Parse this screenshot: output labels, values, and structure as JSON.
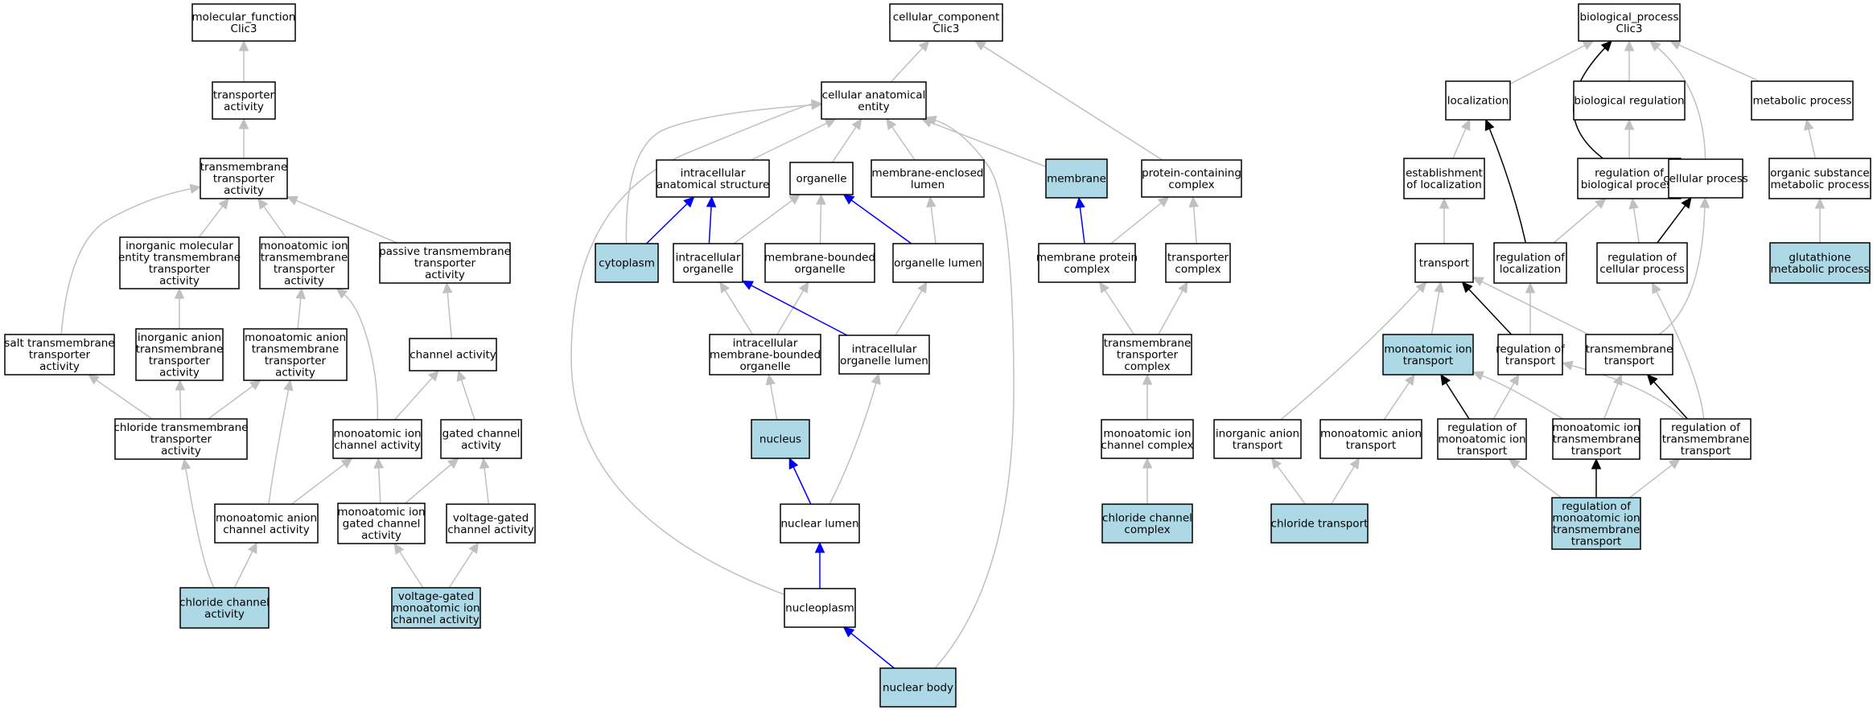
{
  "colors": {
    "highlight_fill": "#add8e6",
    "normal_fill": "#ffffff",
    "border": "#000000",
    "edge_is_a": "#c0c0c0",
    "edge_part_of": "#0000ff",
    "edge_regulates": "#000000"
  },
  "edge_types": [
    "is_a",
    "part_of",
    "regulates"
  ],
  "nodes": [
    {
      "id": "mf_root",
      "lines": [
        "molecular_function",
        "Clic3"
      ],
      "highlight": false
    },
    {
      "id": "transporter_activity",
      "lines": [
        "transporter",
        "activity"
      ],
      "highlight": false
    },
    {
      "id": "tm_transporter_activity",
      "lines": [
        "transmembrane",
        "transporter",
        "activity"
      ],
      "highlight": false
    },
    {
      "id": "inorg_mol_tm",
      "lines": [
        "inorganic molecular",
        "entity transmembrane",
        "transporter",
        "activity"
      ],
      "highlight": false
    },
    {
      "id": "monoatomic_ion_tm",
      "lines": [
        "monoatomic ion",
        "transmembrane",
        "transporter",
        "activity"
      ],
      "highlight": false
    },
    {
      "id": "passive_tm",
      "lines": [
        "passive transmembrane",
        "transporter",
        "activity"
      ],
      "highlight": false
    },
    {
      "id": "salt_tm",
      "lines": [
        "salt transmembrane",
        "transporter",
        "activity"
      ],
      "highlight": false
    },
    {
      "id": "inorg_anion_tm",
      "lines": [
        "inorganic anion",
        "transmembrane",
        "transporter",
        "activity"
      ],
      "highlight": false
    },
    {
      "id": "monoatomic_anion_tm",
      "lines": [
        "monoatomic anion",
        "transmembrane",
        "transporter",
        "activity"
      ],
      "highlight": false
    },
    {
      "id": "channel_activity",
      "lines": [
        "channel activity"
      ],
      "highlight": false
    },
    {
      "id": "chloride_tm",
      "lines": [
        "chloride transmembrane",
        "transporter",
        "activity"
      ],
      "highlight": false
    },
    {
      "id": "mono_ion_channel",
      "lines": [
        "monoatomic ion",
        "channel activity"
      ],
      "highlight": false
    },
    {
      "id": "gated_channel",
      "lines": [
        "gated channel",
        "activity"
      ],
      "highlight": false
    },
    {
      "id": "mono_anion_channel",
      "lines": [
        "monoatomic anion",
        "channel activity"
      ],
      "highlight": false
    },
    {
      "id": "mono_ion_gated",
      "lines": [
        "monoatomic ion",
        "gated channel",
        "activity"
      ],
      "highlight": false
    },
    {
      "id": "voltage_gated",
      "lines": [
        "voltage-gated",
        "channel activity"
      ],
      "highlight": false
    },
    {
      "id": "chloride_channel",
      "lines": [
        "chloride channel",
        "activity"
      ],
      "highlight": true
    },
    {
      "id": "vg_mono_ion",
      "lines": [
        "voltage-gated",
        "monoatomic ion",
        "channel activity"
      ],
      "highlight": true
    },
    {
      "id": "cc_root",
      "lines": [
        "cellular_component",
        "Clic3"
      ],
      "highlight": false
    },
    {
      "id": "cae",
      "lines": [
        "cellular anatomical",
        "entity"
      ],
      "highlight": false
    },
    {
      "id": "intra_anat",
      "lines": [
        "intracellular",
        "anatomical structure"
      ],
      "highlight": false
    },
    {
      "id": "organelle",
      "lines": [
        "organelle"
      ],
      "highlight": false
    },
    {
      "id": "membrane_enclosed_lumen",
      "lines": [
        "membrane-enclosed",
        "lumen"
      ],
      "highlight": false
    },
    {
      "id": "membrane",
      "lines": [
        "membrane"
      ],
      "highlight": true
    },
    {
      "id": "protein_containing_complex",
      "lines": [
        "protein-containing",
        "complex"
      ],
      "highlight": false
    },
    {
      "id": "cytoplasm",
      "lines": [
        "cytoplasm"
      ],
      "highlight": true
    },
    {
      "id": "intra_organelle",
      "lines": [
        "intracellular",
        "organelle"
      ],
      "highlight": false
    },
    {
      "id": "membrane_bounded_organelle",
      "lines": [
        "membrane-bounded",
        "organelle"
      ],
      "highlight": false
    },
    {
      "id": "organelle_lumen",
      "lines": [
        "organelle lumen"
      ],
      "highlight": false
    },
    {
      "id": "membrane_protein_complex",
      "lines": [
        "membrane protein",
        "complex"
      ],
      "highlight": false
    },
    {
      "id": "transporter_complex",
      "lines": [
        "transporter",
        "complex"
      ],
      "highlight": false
    },
    {
      "id": "intra_mb_organelle",
      "lines": [
        "intracellular",
        "membrane-bounded",
        "organelle"
      ],
      "highlight": false
    },
    {
      "id": "intra_organelle_lumen",
      "lines": [
        "intracellular",
        "organelle lumen"
      ],
      "highlight": false
    },
    {
      "id": "tm_transporter_complex",
      "lines": [
        "transmembrane",
        "transporter",
        "complex"
      ],
      "highlight": false
    },
    {
      "id": "nucleus",
      "lines": [
        "nucleus"
      ],
      "highlight": true
    },
    {
      "id": "mono_ion_channel_complex",
      "lines": [
        "monoatomic ion",
        "channel complex"
      ],
      "highlight": false
    },
    {
      "id": "nuclear_lumen",
      "lines": [
        "nuclear lumen"
      ],
      "highlight": false
    },
    {
      "id": "chloride_channel_complex",
      "lines": [
        "chloride channel",
        "complex"
      ],
      "highlight": true
    },
    {
      "id": "nucleoplasm",
      "lines": [
        "nucleoplasm"
      ],
      "highlight": false
    },
    {
      "id": "nuclear_body",
      "lines": [
        "nuclear body"
      ],
      "highlight": true
    },
    {
      "id": "bp_root",
      "lines": [
        "biological_process",
        "Clic3"
      ],
      "highlight": false
    },
    {
      "id": "localization",
      "lines": [
        "localization"
      ],
      "highlight": false
    },
    {
      "id": "biological_regulation",
      "lines": [
        "biological regulation"
      ],
      "highlight": false
    },
    {
      "id": "metabolic_process",
      "lines": [
        "metabolic process"
      ],
      "highlight": false
    },
    {
      "id": "establishment_localization",
      "lines": [
        "establishment",
        "of localization"
      ],
      "highlight": false
    },
    {
      "id": "reg_biological_process",
      "lines": [
        "regulation of",
        "biological process"
      ],
      "highlight": false
    },
    {
      "id": "cellular_process",
      "lines": [
        "cellular process"
      ],
      "highlight": false
    },
    {
      "id": "organic_substance_metabolic",
      "lines": [
        "organic substance",
        "metabolic process"
      ],
      "highlight": false
    },
    {
      "id": "transport",
      "lines": [
        "transport"
      ],
      "highlight": false
    },
    {
      "id": "reg_localization",
      "lines": [
        "regulation of",
        "localization"
      ],
      "highlight": false
    },
    {
      "id": "reg_cellular_process",
      "lines": [
        "regulation of",
        "cellular process"
      ],
      "highlight": false
    },
    {
      "id": "glutathione_metabolic",
      "lines": [
        "glutathione",
        "metabolic process"
      ],
      "highlight": true
    },
    {
      "id": "mono_ion_transport",
      "lines": [
        "monoatomic ion",
        "transport"
      ],
      "highlight": true
    },
    {
      "id": "reg_transport",
      "lines": [
        "regulation of",
        "transport"
      ],
      "highlight": false
    },
    {
      "id": "tm_transport",
      "lines": [
        "transmembrane",
        "transport"
      ],
      "highlight": false
    },
    {
      "id": "inorg_anion_transport",
      "lines": [
        "inorganic anion",
        "transport"
      ],
      "highlight": false
    },
    {
      "id": "mono_anion_transport",
      "lines": [
        "monoatomic anion",
        "transport"
      ],
      "highlight": false
    },
    {
      "id": "reg_mono_ion_transport",
      "lines": [
        "regulation of",
        "monoatomic ion",
        "transport"
      ],
      "highlight": false
    },
    {
      "id": "mono_ion_tm_transport",
      "lines": [
        "monoatomic ion",
        "transmembrane",
        "transport"
      ],
      "highlight": false
    },
    {
      "id": "reg_tm_transport",
      "lines": [
        "regulation of",
        "transmembrane",
        "transport"
      ],
      "highlight": false
    },
    {
      "id": "chloride_transport",
      "lines": [
        "chloride transport"
      ],
      "highlight": true
    },
    {
      "id": "reg_mono_ion_tm_transport",
      "lines": [
        "regulation of",
        "monoatomic ion",
        "transmembrane",
        "transport"
      ],
      "highlight": true
    }
  ],
  "edges": [
    {
      "from": "transporter_activity",
      "to": "mf_root",
      "type": "is_a"
    },
    {
      "from": "tm_transporter_activity",
      "to": "transporter_activity",
      "type": "is_a"
    },
    {
      "from": "inorg_mol_tm",
      "to": "tm_transporter_activity",
      "type": "is_a"
    },
    {
      "from": "monoatomic_ion_tm",
      "to": "tm_transporter_activity",
      "type": "is_a"
    },
    {
      "from": "passive_tm",
      "to": "tm_transporter_activity",
      "type": "is_a"
    },
    {
      "from": "salt_tm",
      "to": "tm_transporter_activity",
      "type": "is_a"
    },
    {
      "from": "inorg_anion_tm",
      "to": "inorg_mol_tm",
      "type": "is_a"
    },
    {
      "from": "monoatomic_anion_tm",
      "to": "monoatomic_ion_tm",
      "type": "is_a"
    },
    {
      "from": "channel_activity",
      "to": "passive_tm",
      "type": "is_a"
    },
    {
      "from": "chloride_tm",
      "to": "salt_tm",
      "type": "is_a"
    },
    {
      "from": "chloride_tm",
      "to": "inorg_anion_tm",
      "type": "is_a"
    },
    {
      "from": "chloride_tm",
      "to": "monoatomic_anion_tm",
      "type": "is_a"
    },
    {
      "from": "mono_ion_channel",
      "to": "monoatomic_ion_tm",
      "type": "is_a"
    },
    {
      "from": "mono_ion_channel",
      "to": "channel_activity",
      "type": "is_a"
    },
    {
      "from": "gated_channel",
      "to": "channel_activity",
      "type": "is_a"
    },
    {
      "from": "mono_anion_channel",
      "to": "monoatomic_anion_tm",
      "type": "is_a"
    },
    {
      "from": "mono_anion_channel",
      "to": "mono_ion_channel",
      "type": "is_a"
    },
    {
      "from": "mono_ion_gated",
      "to": "mono_ion_channel",
      "type": "is_a"
    },
    {
      "from": "mono_ion_gated",
      "to": "gated_channel",
      "type": "is_a"
    },
    {
      "from": "voltage_gated",
      "to": "gated_channel",
      "type": "is_a"
    },
    {
      "from": "chloride_channel",
      "to": "chloride_tm",
      "type": "is_a"
    },
    {
      "from": "chloride_channel",
      "to": "mono_anion_channel",
      "type": "is_a"
    },
    {
      "from": "vg_mono_ion",
      "to": "mono_ion_gated",
      "type": "is_a"
    },
    {
      "from": "vg_mono_ion",
      "to": "voltage_gated",
      "type": "is_a"
    },
    {
      "from": "cae",
      "to": "cc_root",
      "type": "is_a"
    },
    {
      "from": "protein_containing_complex",
      "to": "cc_root",
      "type": "is_a"
    },
    {
      "from": "intra_anat",
      "to": "cae",
      "type": "is_a"
    },
    {
      "from": "organelle",
      "to": "cae",
      "type": "is_a"
    },
    {
      "from": "membrane_enclosed_lumen",
      "to": "cae",
      "type": "is_a"
    },
    {
      "from": "membrane",
      "to": "cae",
      "type": "is_a"
    },
    {
      "from": "cytoplasm",
      "to": "cae",
      "type": "is_a"
    },
    {
      "from": "nucleoplasm",
      "to": "cae",
      "type": "is_a"
    },
    {
      "from": "nuclear_body",
      "to": "cae",
      "type": "is_a"
    },
    {
      "from": "cytoplasm",
      "to": "intra_anat",
      "type": "part_of"
    },
    {
      "from": "intra_organelle",
      "to": "intra_anat",
      "type": "part_of"
    },
    {
      "from": "intra_organelle",
      "to": "organelle",
      "type": "is_a"
    },
    {
      "from": "membrane_bounded_organelle",
      "to": "organelle",
      "type": "is_a"
    },
    {
      "from": "organelle_lumen",
      "to": "organelle",
      "type": "part_of"
    },
    {
      "from": "organelle_lumen",
      "to": "membrane_enclosed_lumen",
      "type": "is_a"
    },
    {
      "from": "membrane_protein_complex",
      "to": "membrane",
      "type": "part_of"
    },
    {
      "from": "membrane_protein_complex",
      "to": "protein_containing_complex",
      "type": "is_a"
    },
    {
      "from": "transporter_complex",
      "to": "protein_containing_complex",
      "type": "is_a"
    },
    {
      "from": "intra_mb_organelle",
      "to": "intra_organelle",
      "type": "is_a"
    },
    {
      "from": "intra_mb_organelle",
      "to": "membrane_bounded_organelle",
      "type": "is_a"
    },
    {
      "from": "intra_organelle_lumen",
      "to": "intra_organelle",
      "type": "part_of"
    },
    {
      "from": "intra_organelle_lumen",
      "to": "organelle_lumen",
      "type": "is_a"
    },
    {
      "from": "tm_transporter_complex",
      "to": "membrane_protein_complex",
      "type": "is_a"
    },
    {
      "from": "tm_transporter_complex",
      "to": "transporter_complex",
      "type": "is_a"
    },
    {
      "from": "nucleus",
      "to": "intra_mb_organelle",
      "type": "is_a"
    },
    {
      "from": "mono_ion_channel_complex",
      "to": "tm_transporter_complex",
      "type": "is_a"
    },
    {
      "from": "nuclear_lumen",
      "to": "nucleus",
      "type": "part_of"
    },
    {
      "from": "nuclear_lumen",
      "to": "intra_organelle_lumen",
      "type": "is_a"
    },
    {
      "from": "chloride_channel_complex",
      "to": "mono_ion_channel_complex",
      "type": "is_a"
    },
    {
      "from": "nucleoplasm",
      "to": "nuclear_lumen",
      "type": "part_of"
    },
    {
      "from": "nuclear_body",
      "to": "nucleoplasm",
      "type": "part_of"
    },
    {
      "from": "localization",
      "to": "bp_root",
      "type": "is_a"
    },
    {
      "from": "biological_regulation",
      "to": "bp_root",
      "type": "is_a"
    },
    {
      "from": "metabolic_process",
      "to": "bp_root",
      "type": "is_a"
    },
    {
      "from": "cellular_process",
      "to": "bp_root",
      "type": "is_a"
    },
    {
      "from": "reg_biological_process",
      "to": "bp_root",
      "type": "regulates"
    },
    {
      "from": "establishment_localization",
      "to": "localization",
      "type": "is_a"
    },
    {
      "from": "reg_biological_process",
      "to": "biological_regulation",
      "type": "is_a"
    },
    {
      "from": "organic_substance_metabolic",
      "to": "metabolic_process",
      "type": "is_a"
    },
    {
      "from": "transport",
      "to": "establishment_localization",
      "type": "is_a"
    },
    {
      "from": "reg_localization",
      "to": "localization",
      "type": "regulates"
    },
    {
      "from": "reg_localization",
      "to": "reg_biological_process",
      "type": "is_a"
    },
    {
      "from": "reg_cellular_process",
      "to": "reg_biological_process",
      "type": "is_a"
    },
    {
      "from": "reg_cellular_process",
      "to": "cellular_process",
      "type": "regulates"
    },
    {
      "from": "glutathione_metabolic",
      "to": "organic_substance_metabolic",
      "type": "is_a"
    },
    {
      "from": "mono_ion_transport",
      "to": "transport",
      "type": "is_a"
    },
    {
      "from": "reg_transport",
      "to": "reg_localization",
      "type": "is_a"
    },
    {
      "from": "reg_transport",
      "to": "transport",
      "type": "regulates"
    },
    {
      "from": "tm_transport",
      "to": "transport",
      "type": "is_a"
    },
    {
      "from": "tm_transport",
      "to": "cellular_process",
      "type": "is_a"
    },
    {
      "from": "inorg_anion_transport",
      "to": "transport",
      "type": "is_a"
    },
    {
      "from": "mono_anion_transport",
      "to": "mono_ion_transport",
      "type": "is_a"
    },
    {
      "from": "reg_mono_ion_transport",
      "to": "mono_ion_transport",
      "type": "regulates"
    },
    {
      "from": "reg_mono_ion_transport",
      "to": "reg_transport",
      "type": "is_a"
    },
    {
      "from": "mono_ion_tm_transport",
      "to": "mono_ion_transport",
      "type": "is_a"
    },
    {
      "from": "mono_ion_tm_transport",
      "to": "tm_transport",
      "type": "is_a"
    },
    {
      "from": "reg_tm_transport",
      "to": "reg_transport",
      "type": "is_a"
    },
    {
      "from": "reg_tm_transport",
      "to": "tm_transport",
      "type": "regulates"
    },
    {
      "from": "reg_tm_transport",
      "to": "reg_cellular_process",
      "type": "is_a"
    },
    {
      "from": "chloride_transport",
      "to": "inorg_anion_transport",
      "type": "is_a"
    },
    {
      "from": "chloride_transport",
      "to": "mono_anion_transport",
      "type": "is_a"
    },
    {
      "from": "reg_mono_ion_tm_transport",
      "to": "reg_mono_ion_transport",
      "type": "is_a"
    },
    {
      "from": "reg_mono_ion_tm_transport",
      "to": "mono_ion_tm_transport",
      "type": "regulates"
    },
    {
      "from": "reg_mono_ion_tm_transport",
      "to": "reg_tm_transport",
      "type": "is_a"
    }
  ]
}
